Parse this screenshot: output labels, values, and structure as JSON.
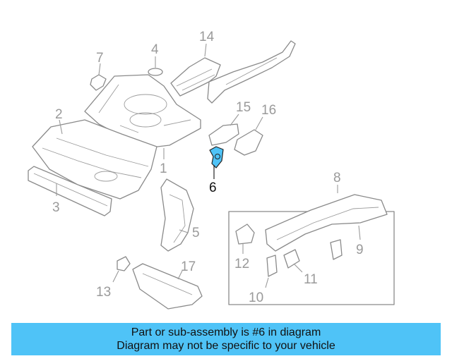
{
  "callouts": {
    "c1": "1",
    "c2": "2",
    "c3": "3",
    "c4": "4",
    "c5": "5",
    "c6": "6",
    "c7": "7",
    "c8": "8",
    "c9": "9",
    "c10": "10",
    "c11": "11",
    "c12": "12",
    "c13": "13",
    "c14": "14",
    "c15": "15",
    "c16": "16",
    "c17": "17"
  },
  "highlight": {
    "part": "6",
    "color": "#4fc3f7"
  },
  "banner": {
    "line1": "Part or sub-assembly is #6 in diagram",
    "line2": "Diagram may not be specific to your vehicle",
    "color": "#4fc3f7"
  }
}
